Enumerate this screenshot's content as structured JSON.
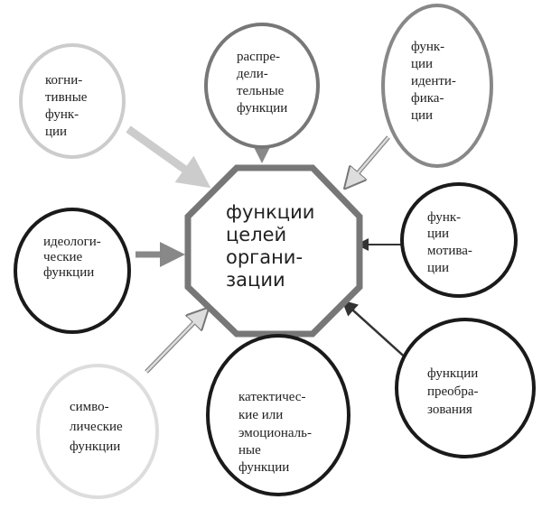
{
  "center": {
    "lines": [
      "функции",
      "целей",
      "органи-",
      "зации"
    ],
    "color": "#777777"
  },
  "nodes": [
    {
      "id": "cognitive",
      "lines": [
        "когни-",
        "тивные",
        "функ-",
        "ции"
      ],
      "color": "#cccccc"
    },
    {
      "id": "distributive",
      "lines": [
        "распре-",
        "дели-",
        "тельные",
        "функции"
      ],
      "color": "#777777"
    },
    {
      "id": "identification",
      "lines": [
        "функ-",
        "ции",
        "иденти-",
        "фика-",
        "ции"
      ],
      "color": "#888888"
    },
    {
      "id": "motivation",
      "lines": [
        "функ-",
        "ции",
        "мотива-",
        "ции"
      ],
      "color": "#1a1a1a"
    },
    {
      "id": "ideological",
      "lines": [
        "идеологи-",
        "ческие",
        "функции"
      ],
      "color": "#1a1a1a"
    },
    {
      "id": "symbolic",
      "lines": [
        "симво-",
        "лические",
        "функции"
      ],
      "color": "#dddddd"
    },
    {
      "id": "cathectic",
      "lines": [
        "катектичес-",
        "кие или",
        "эмоциональ-",
        "ные",
        "функции"
      ],
      "color": "#1a1a1a"
    },
    {
      "id": "transformation",
      "lines": [
        "функции",
        "преобра-",
        "зования"
      ],
      "color": "#1a1a1a"
    }
  ]
}
